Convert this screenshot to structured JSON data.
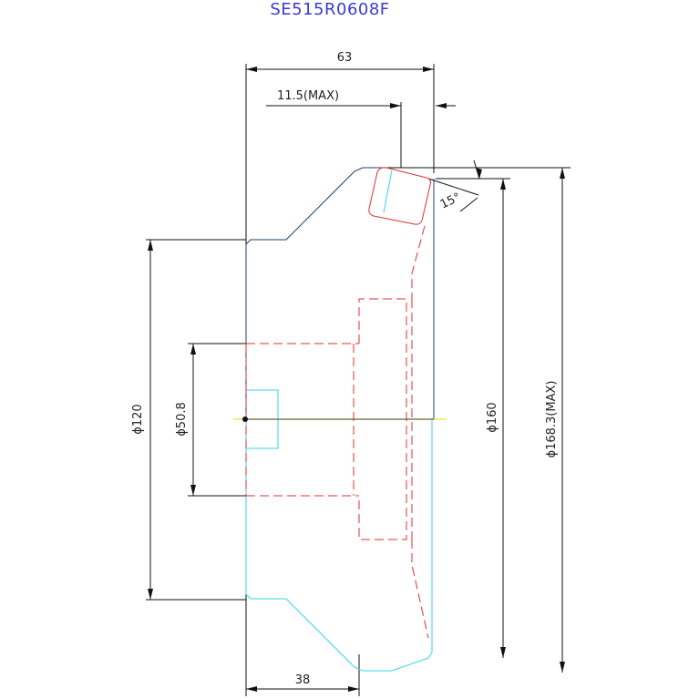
{
  "title": "SE515R0608F",
  "dimensions": {
    "width_overall": "63",
    "insert_max": "11.5(MAX)",
    "angle": "15°",
    "dia_120": "ϕ120",
    "dia_50_8": "ϕ50.8",
    "dia_160": "ϕ160",
    "dia_168_3": "ϕ168.3(MAX)",
    "width_38": "38"
  },
  "colors": {
    "dimension": "#111111",
    "outline": "#1f3f6a",
    "hidden": "#e03030",
    "cyan": "#36d2f0",
    "axis": "#e8e200",
    "title": "#3a3ad6"
  }
}
